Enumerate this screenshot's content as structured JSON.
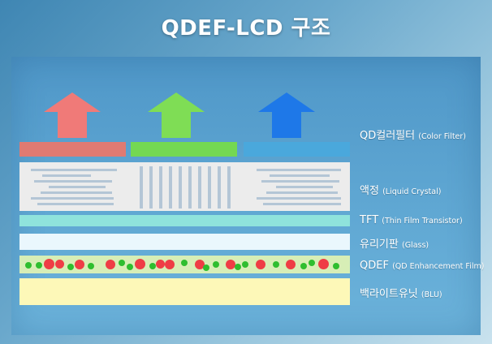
{
  "title": "QDEF-LCD 구조",
  "layers": [
    {
      "id": "color-filter",
      "label": "QD컬러필터",
      "sub": "(Color Filter)"
    },
    {
      "id": "liquid-crystal",
      "label": "액정",
      "sub": "(Liquid Crystal)"
    },
    {
      "id": "tft",
      "label": "TFT",
      "sub": "(Thin Film Transistor)"
    },
    {
      "id": "glass",
      "label": "유리기판",
      "sub": "(Glass)"
    },
    {
      "id": "qdef",
      "label": "QDEF",
      "sub": "(QD Enhancement Film)"
    },
    {
      "id": "blu",
      "label": "백라이트유닛",
      "sub": "(BLU)"
    }
  ],
  "colors": {
    "red": "#f07a78",
    "green": "#7fdd55",
    "blue": "#1e78e8",
    "cf_red": "#e07a72",
    "cf_green": "#74d852",
    "cf_blue": "#4aa8dc",
    "lc_layer": "#ececec",
    "tft_layer": "#8fe3dc",
    "glass_layer": "#eaf7fd",
    "qdef_layer": "#d7eeb6",
    "blu_layer": "#fdf8b8",
    "dot_red": "#ef3d45",
    "dot_green": "#2fbe2f"
  },
  "icons": [
    "up-arrow-icon"
  ]
}
